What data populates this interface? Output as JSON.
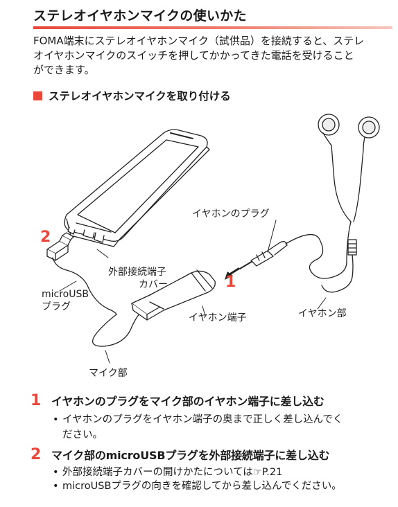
{
  "title": "ステレオイヤホンマイクの使いかた",
  "intro": {
    "line1": "FOMA端末にステレオイヤホンマイク（試供品）を接続すると、ステレ",
    "line2": "オイヤホンマイクのスイッチを押してかかってきた電話を受けること",
    "line3": "ができます。"
  },
  "section_heading": "ステレオイヤホンマイクを取り付ける",
  "figure": {
    "label_earphone_plug": "イヤホンのプラグ",
    "label_ext_cover_1": "外部接続端子",
    "label_ext_cover_2": "カバー",
    "label_microusb_1": "microUSB",
    "label_microusb_2": "プラグ",
    "label_earphone_jack": "イヤホン端子",
    "label_earphone_part": "イヤホン部",
    "label_mic_part": "マイク部",
    "num1": "1",
    "num2": "2"
  },
  "steps": [
    {
      "num": "1",
      "text": "イヤホンのプラグをマイク部のイヤホン端子に差し込む",
      "bullets": [
        "イヤホンのプラグをイヤホン端子の奥まで正しく差し込んでく",
        "ださい。"
      ]
    },
    {
      "num": "2",
      "text": "マイク部のmicroUSBプラグを外部接続端子に差し込む",
      "bullets": [
        "外部接続端子カバーの開けかたについては☞P.21",
        "microUSBプラグの向きを確認してから差し込んでください。"
      ]
    }
  ],
  "bullet_mark": "•",
  "colors": {
    "accent": "#e8473a"
  }
}
